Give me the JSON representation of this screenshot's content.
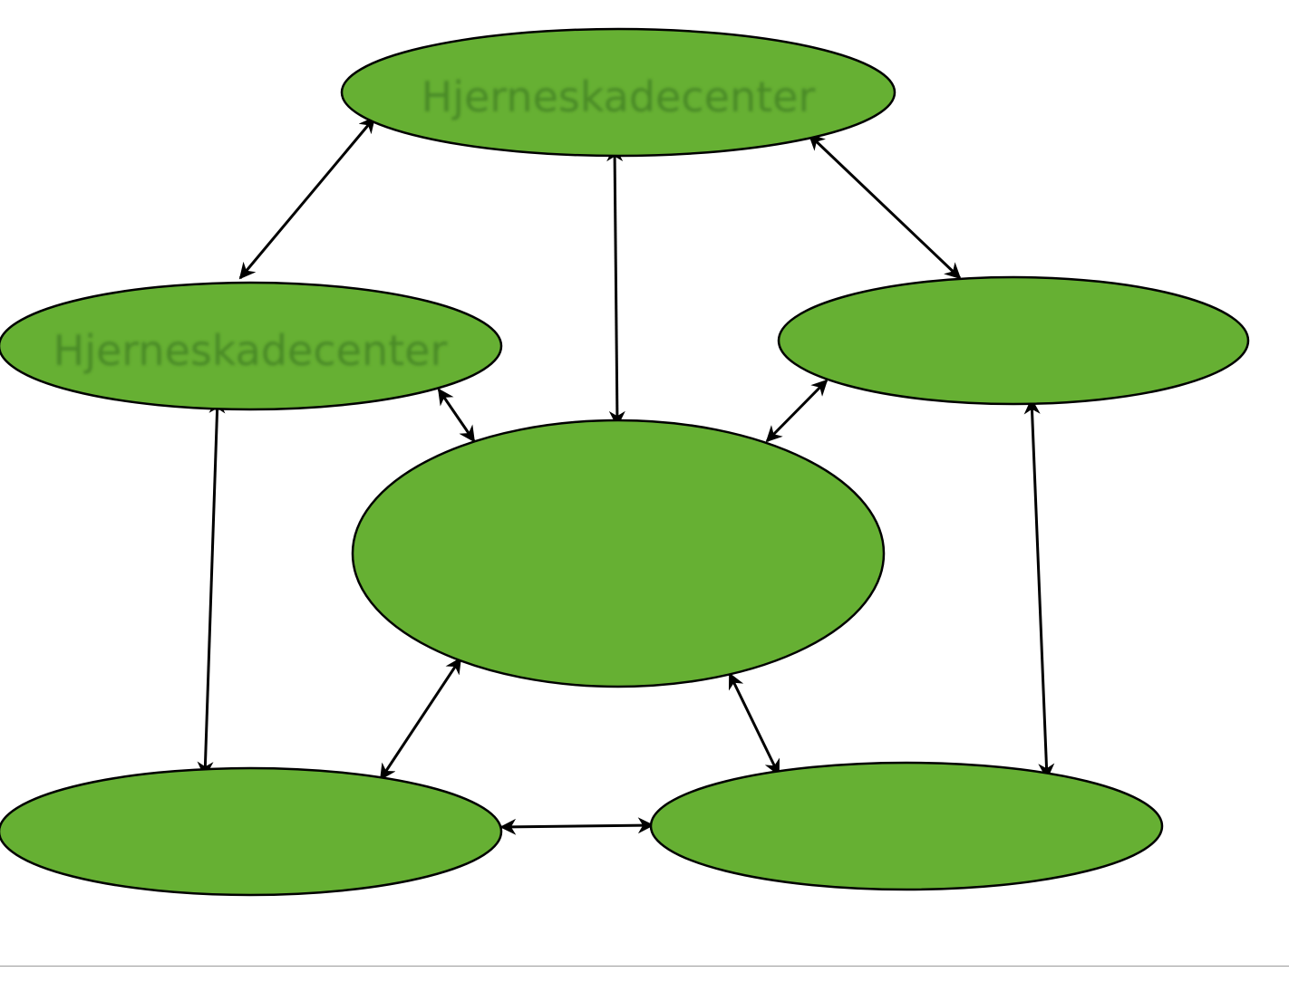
{
  "colors": {
    "node_fill": "#66b033",
    "node_stroke": "#000000",
    "label_color": "#4a8a26",
    "arrow_color": "#000000"
  },
  "nodes": {
    "top": {
      "label": "Hjerneskadecenter"
    },
    "left": {
      "label": "Hjerneskadecenter"
    },
    "right": {
      "label": ""
    },
    "center": {
      "label": ""
    },
    "bottom_left": {
      "label": ""
    },
    "bottom_right": {
      "label": ""
    }
  },
  "edges": [
    {
      "from": "top",
      "to": "left",
      "direction": "both"
    },
    {
      "from": "top",
      "to": "center",
      "direction": "both"
    },
    {
      "from": "top",
      "to": "right",
      "direction": "both"
    },
    {
      "from": "left",
      "to": "center",
      "direction": "both"
    },
    {
      "from": "right",
      "to": "center",
      "direction": "both"
    },
    {
      "from": "left",
      "to": "bottom_left",
      "direction": "both"
    },
    {
      "from": "right",
      "to": "bottom_right",
      "direction": "both"
    },
    {
      "from": "center",
      "to": "bottom_left",
      "direction": "both"
    },
    {
      "from": "center",
      "to": "bottom_right",
      "direction": "both"
    },
    {
      "from": "bottom_left",
      "to": "bottom_right",
      "direction": "both"
    }
  ]
}
